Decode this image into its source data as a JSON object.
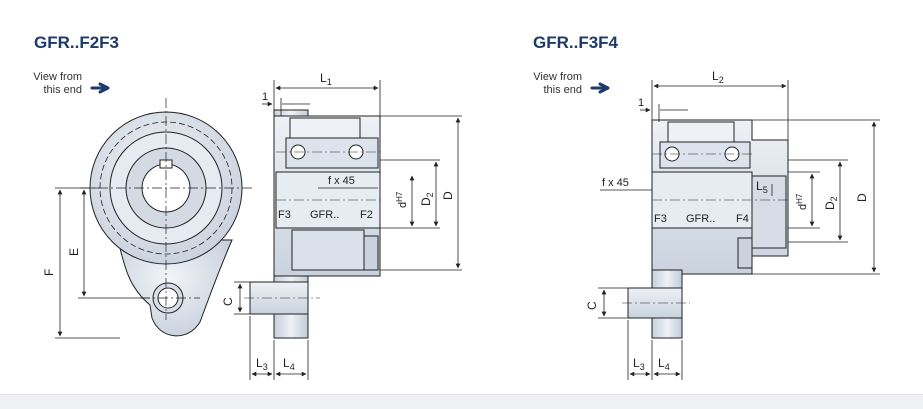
{
  "left": {
    "title": "GFR..F2F3",
    "view_note_line1": "View from",
    "view_note_line2": "this end",
    "dims": {
      "L1": "L",
      "L1_sub": "1",
      "one": "1",
      "fx45": "f x 45",
      "dH": "d",
      "dH_sup": "H7",
      "D2": "D",
      "D2_sub": "2",
      "D": "D",
      "F3": "F3",
      "GFR": "GFR..",
      "F2": "F2",
      "E": "E",
      "F": "F",
      "C": "C",
      "L3": "L",
      "L3_sub": "3",
      "L4": "L",
      "L4_sub": "4"
    }
  },
  "right": {
    "title": "GFR..F3F4",
    "view_note_line1": "View from",
    "view_note_line2": "this end",
    "dims": {
      "L2": "L",
      "L2_sub": "2",
      "one": "1",
      "fx45": "f x 45",
      "L5": "L",
      "L5_sub": "5",
      "dH": "d",
      "dH_sup": "H7",
      "D2": "D",
      "D2_sub": "2",
      "D": "D",
      "F3": "F3",
      "GFR": "GFR..",
      "F4": "F4",
      "C": "C",
      "L3": "L",
      "L3_sub": "3",
      "L4": "L",
      "L4_sub": "4"
    }
  },
  "colors": {
    "title": "#1d3a6b",
    "part_fill": "#d9dfe8",
    "part_light": "#eef1f6",
    "part_dark": "#b9c3d1",
    "line": "#222222",
    "arrow": "#1d3a6b"
  }
}
